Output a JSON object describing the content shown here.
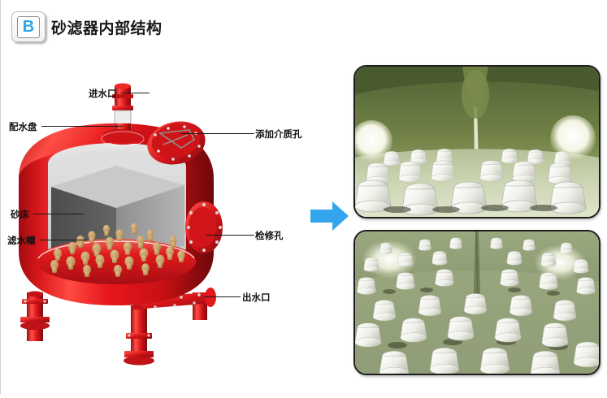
{
  "header": {
    "logo_letter": "B",
    "logo_icon": "badge-letter-b-icon",
    "title": "砂滤器内部结构"
  },
  "diagram": {
    "name": "sand-filter-cutaway-diagram",
    "colors": {
      "vessel_red": "#e3131b",
      "vessel_red_dark": "#8c0d10",
      "vessel_red_light": "#ff5a52",
      "sand_bed_gray": "#575757",
      "interior_light_gray": "#cfcfcf",
      "nozzle_tan": "#c8a368",
      "leader_line": "#1a1a1a"
    },
    "labels": [
      {
        "id": "inlet",
        "text": "进水口",
        "side": "left"
      },
      {
        "id": "distributor",
        "text": "配水盘",
        "side": "left"
      },
      {
        "id": "sand-bed",
        "text": "砂床",
        "side": "left"
      },
      {
        "id": "filter-cap",
        "text": "滤水帽",
        "side": "left"
      },
      {
        "id": "media-port",
        "text": "添加介质孔",
        "side": "right"
      },
      {
        "id": "manhole",
        "text": "检修孔",
        "side": "right"
      },
      {
        "id": "outlet",
        "text": "出水口",
        "side": "right"
      }
    ]
  },
  "arrow": {
    "name": "right-arrow-icon",
    "color": "#32a5ec",
    "direction": "right"
  },
  "photos": [
    {
      "id": "photo-nozzles-side-view",
      "caption": "",
      "scene": "filter vessel interior, green coated walls, rows of white filter nozzles on floor plate",
      "wall_color": "#6d7d48",
      "floor_color": "#cfd9bd",
      "nozzle_color": "#f4f4f0"
    },
    {
      "id": "photo-nozzles-top-view",
      "caption": "",
      "scene": "top-down view of filter plate with white filter nozzles in grid pattern",
      "wall_color": "#9aa886",
      "floor_color": "#aab793",
      "nozzle_color": "#f2f2ee"
    }
  ]
}
